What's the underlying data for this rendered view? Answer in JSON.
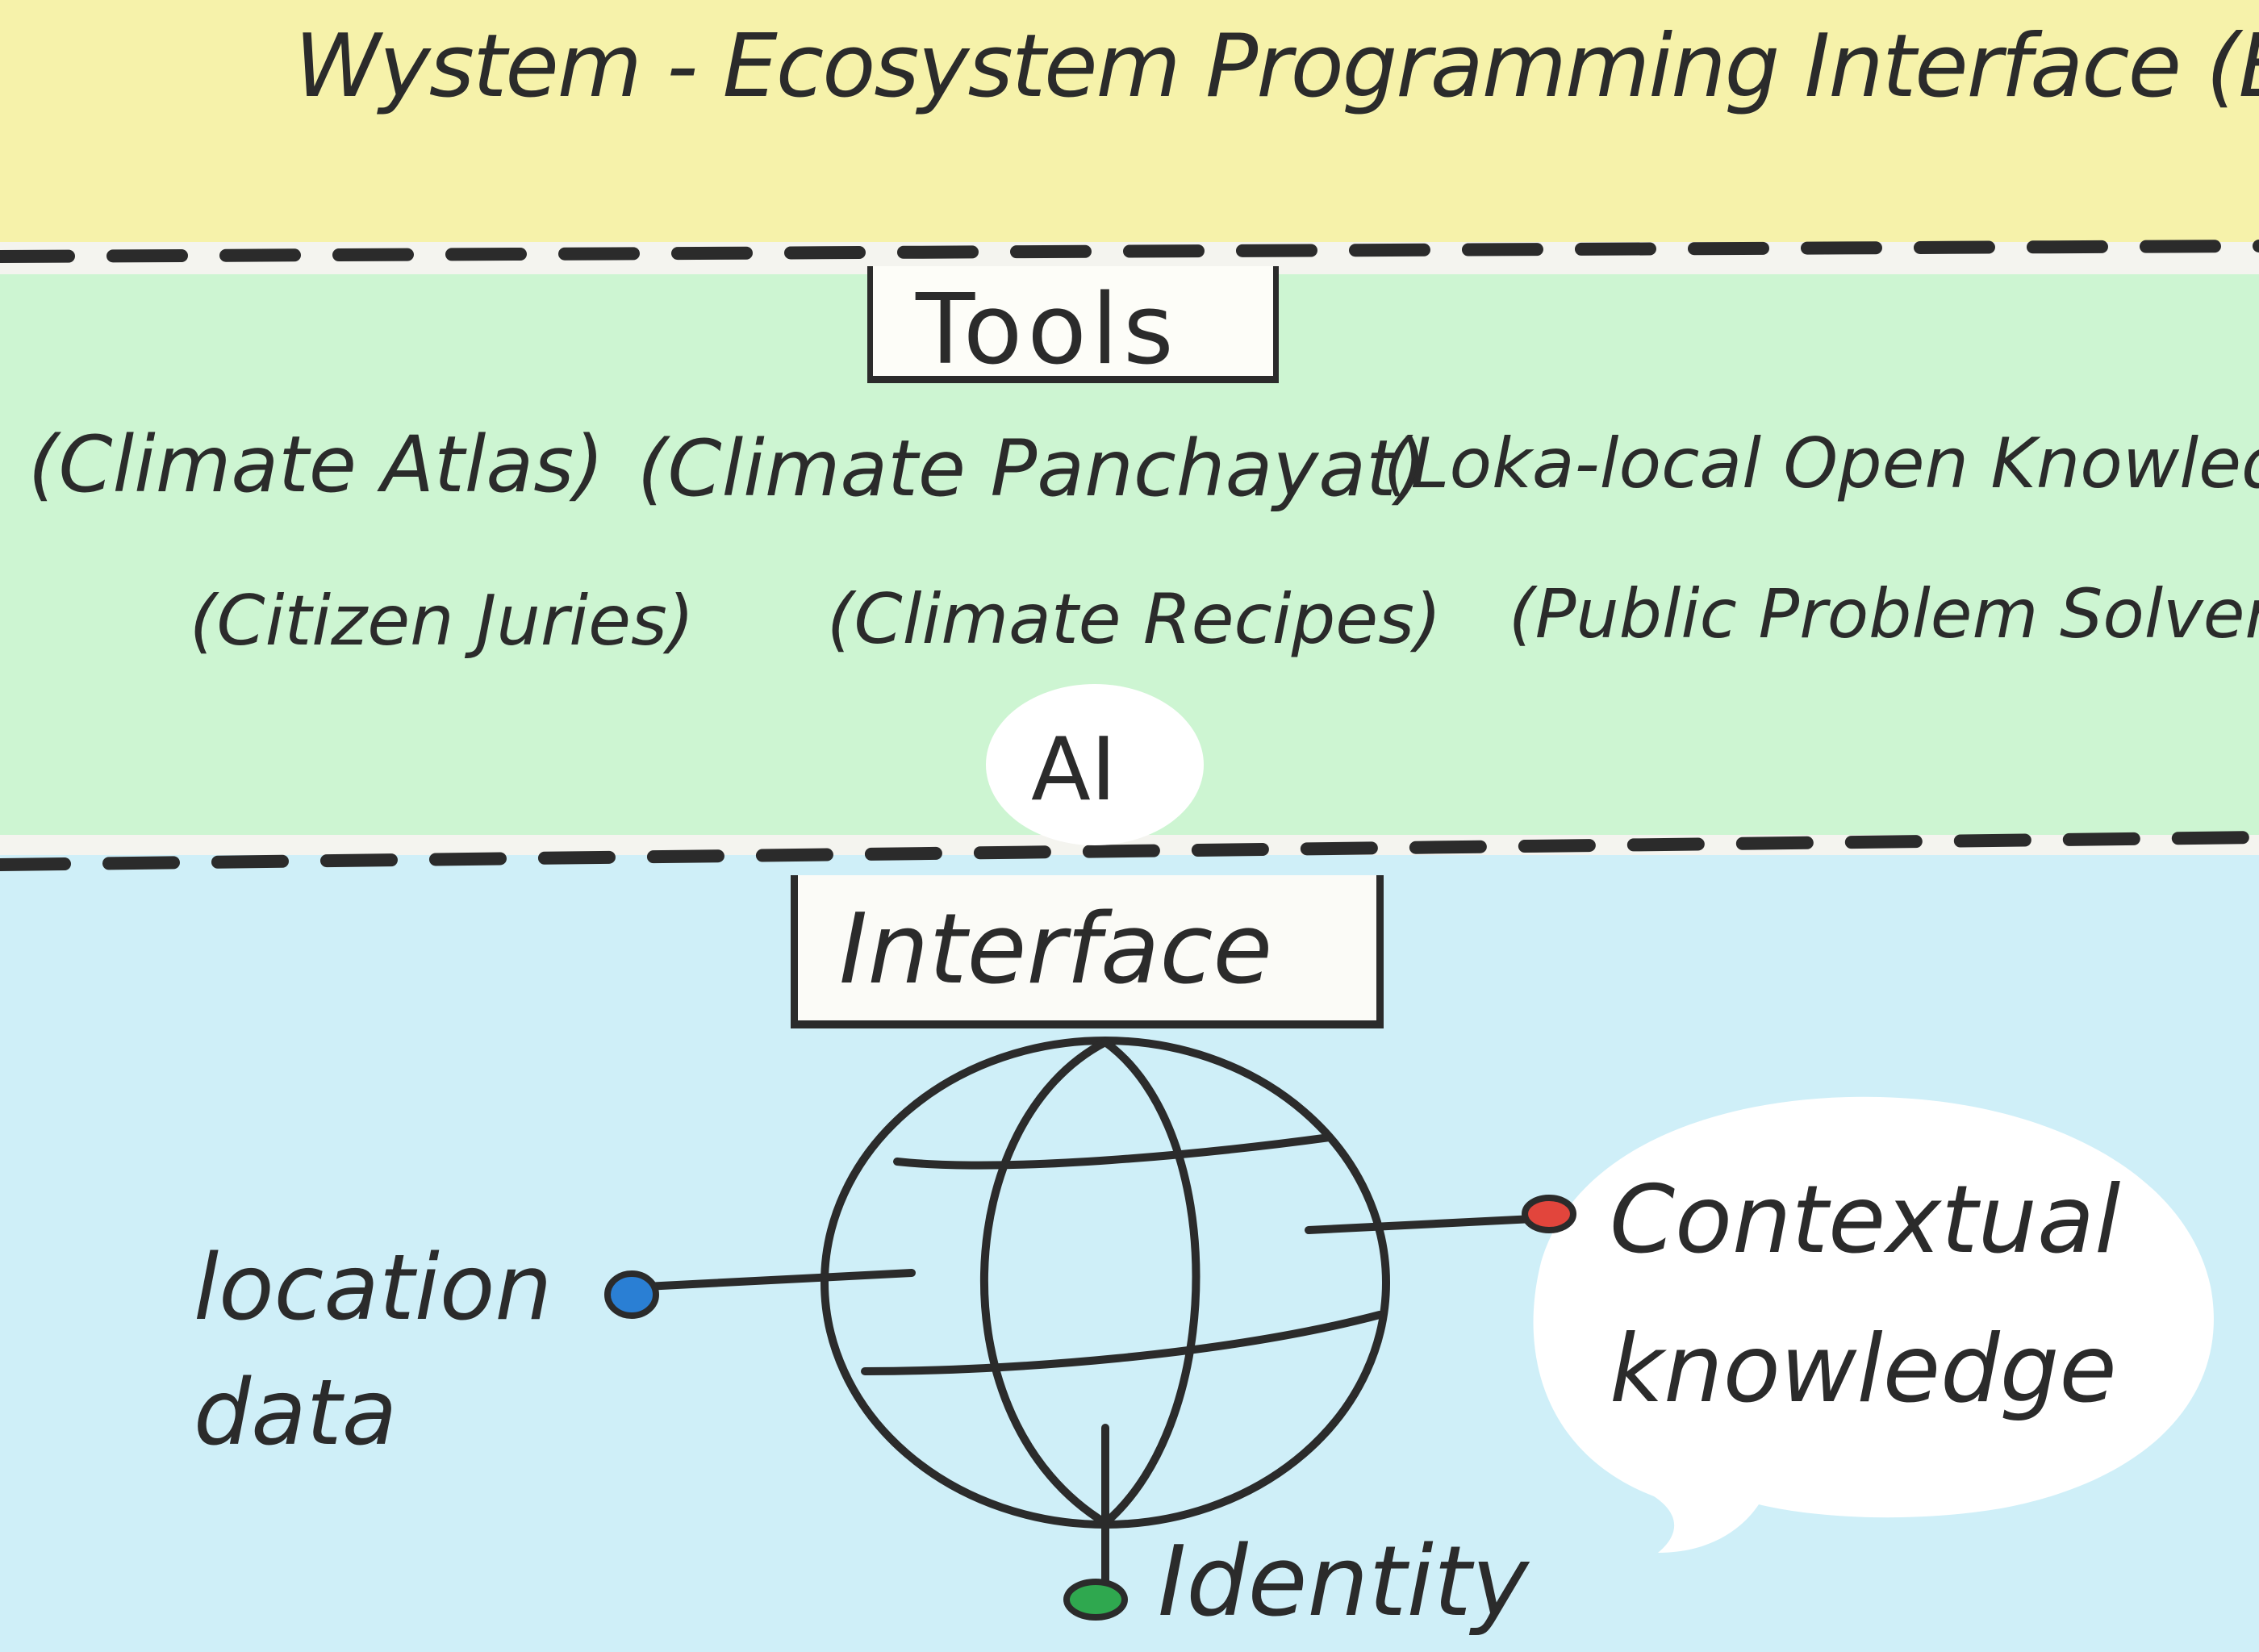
{
  "title": "Wystem - Ecosystem Programming Interface (EPI)",
  "tools": {
    "heading": "Tools",
    "items": [
      "(Climate Atlas)",
      "(Climate Panchayat)",
      "(Loka-local Open Knowledge Access)",
      "(Citizen Juries)",
      "(Climate Recipes)",
      "(Public Problem Solvers)"
    ]
  },
  "ai": {
    "label": "AI"
  },
  "interface": {
    "heading": "Interface",
    "connections": {
      "location": "location data",
      "context": "Contextual knowledge",
      "identity": "Identity"
    }
  },
  "colors": {
    "band_top": "#f6f2aa",
    "band_middle": "#cdf5d2",
    "band_bottom": "#cfeff8",
    "ink": "#2b2b2b",
    "dot_location": "#2a7fd4",
    "dot_context": "#e2453c",
    "dot_identity": "#2fa84f"
  },
  "icons": [
    "globe-icon"
  ]
}
